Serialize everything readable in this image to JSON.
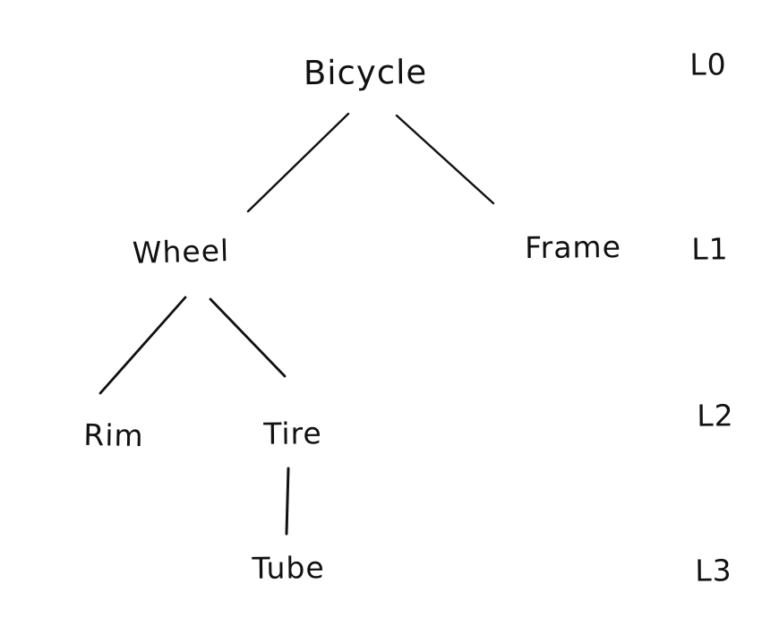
{
  "diagram": {
    "type": "tree",
    "style": "hand-drawn sketch",
    "colors": {
      "ink": "#111111",
      "background": "#ffffff"
    },
    "nodes": [
      {
        "id": "bicycle",
        "label": "Bicycle",
        "level": 0,
        "parent": null
      },
      {
        "id": "wheel",
        "label": "Wheel",
        "level": 1,
        "parent": "bicycle"
      },
      {
        "id": "frame",
        "label": "Frame",
        "level": 1,
        "parent": "bicycle"
      },
      {
        "id": "rim",
        "label": "Rim",
        "level": 2,
        "parent": "wheel"
      },
      {
        "id": "tire",
        "label": "Tire",
        "level": 2,
        "parent": "wheel"
      },
      {
        "id": "tube",
        "label": "Tube",
        "level": 3,
        "parent": "tire"
      }
    ],
    "edges": [
      {
        "from": "bicycle",
        "to": "wheel"
      },
      {
        "from": "bicycle",
        "to": "frame"
      },
      {
        "from": "wheel",
        "to": "rim"
      },
      {
        "from": "wheel",
        "to": "tire"
      },
      {
        "from": "tire",
        "to": "tube"
      }
    ],
    "level_labels": [
      {
        "label": "L0"
      },
      {
        "label": "L1"
      },
      {
        "label": "L2"
      },
      {
        "label": "L3"
      }
    ]
  }
}
